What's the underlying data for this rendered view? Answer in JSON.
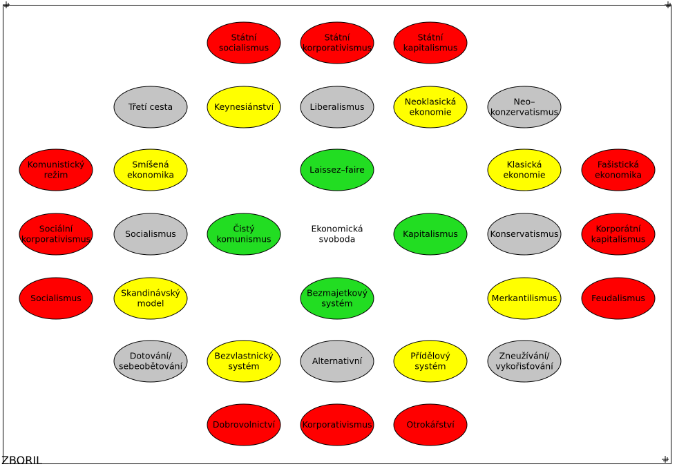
{
  "palette": {
    "red": "#ff0000",
    "yellow": "#ffff00",
    "green": "#22dd22",
    "gray": "#c4c4c4"
  },
  "signature": "ZBORIL",
  "center": {
    "lines": [
      "Ekonomická",
      "svoboda"
    ]
  },
  "nodes": [
    {
      "id": "statni-socialismus",
      "lines": [
        "Státní",
        "socialismus"
      ],
      "color": "red"
    },
    {
      "id": "statni-korporativismus",
      "lines": [
        "Státní",
        "korporativismus"
      ],
      "color": "red"
    },
    {
      "id": "statni-kapitalismus",
      "lines": [
        "Státní",
        "kapitalismus"
      ],
      "color": "red"
    },
    {
      "id": "treti-cesta",
      "lines": [
        "Třetí cesta"
      ],
      "color": "gray"
    },
    {
      "id": "keynesianstvi",
      "lines": [
        "Keynesiánství"
      ],
      "color": "yellow"
    },
    {
      "id": "liberalismus",
      "lines": [
        "Liberalismus"
      ],
      "color": "gray"
    },
    {
      "id": "neoklasicka-ekonomie",
      "lines": [
        "Neoklasická",
        "ekonomie"
      ],
      "color": "yellow"
    },
    {
      "id": "neokonzervatismus",
      "lines": [
        "Neo–",
        "konzervatismus"
      ],
      "color": "gray"
    },
    {
      "id": "komunisticky-rezim",
      "lines": [
        "Komunistický",
        "režim"
      ],
      "color": "red"
    },
    {
      "id": "smisena-ekonomika",
      "lines": [
        "Smíšená",
        "ekonomika"
      ],
      "color": "yellow"
    },
    {
      "id": "laissez-faire",
      "lines": [
        "Laissez–faire"
      ],
      "color": "green"
    },
    {
      "id": "klasicka-ekonomie",
      "lines": [
        "Klasická",
        "ekonomie"
      ],
      "color": "yellow"
    },
    {
      "id": "fasisticka-ekonomika",
      "lines": [
        "Fašistická",
        "ekonomika"
      ],
      "color": "red"
    },
    {
      "id": "socialni-korporativismus",
      "lines": [
        "Sociální",
        "korporativismus"
      ],
      "color": "red"
    },
    {
      "id": "socialismus-gray",
      "lines": [
        "Socialismus"
      ],
      "color": "gray"
    },
    {
      "id": "cisty-komunismus",
      "lines": [
        "Čistý",
        "komunismus"
      ],
      "color": "green"
    },
    {
      "id": "kapitalismus",
      "lines": [
        "Kapitalismus"
      ],
      "color": "green"
    },
    {
      "id": "konservatismus",
      "lines": [
        "Konservatismus"
      ],
      "color": "gray"
    },
    {
      "id": "korporatni-kapitalismus",
      "lines": [
        "Korporátní",
        "kapitalismus"
      ],
      "color": "red"
    },
    {
      "id": "socialismus-red",
      "lines": [
        "Socialismus"
      ],
      "color": "red"
    },
    {
      "id": "skandinavsky-model",
      "lines": [
        "Skandinávský",
        "model"
      ],
      "color": "yellow"
    },
    {
      "id": "bezmajetkovy-system",
      "lines": [
        "Bezmajetkový",
        "systém"
      ],
      "color": "green"
    },
    {
      "id": "merkantilismus",
      "lines": [
        "Merkantilismus"
      ],
      "color": "yellow"
    },
    {
      "id": "feudalismus",
      "lines": [
        "Feudalismus"
      ],
      "color": "red"
    },
    {
      "id": "dotovani",
      "lines": [
        "Dotování/",
        "sebeobětování"
      ],
      "color": "gray"
    },
    {
      "id": "bezvlastnicky-system",
      "lines": [
        "Bezvlastnický",
        "systém"
      ],
      "color": "yellow"
    },
    {
      "id": "alternativni",
      "lines": [
        "Alternativní"
      ],
      "color": "gray"
    },
    {
      "id": "pridelovy-system",
      "lines": [
        "Přídělový",
        "systém"
      ],
      "color": "yellow"
    },
    {
      "id": "zneuzivani",
      "lines": [
        "Zneužívání/",
        "vykořisťování"
      ],
      "color": "gray"
    },
    {
      "id": "dobrovolnictvi",
      "lines": [
        "Dobrovolnictví"
      ],
      "color": "red"
    },
    {
      "id": "korporativismus",
      "lines": [
        "Korporativismus"
      ],
      "color": "red"
    },
    {
      "id": "otrokarstvi",
      "lines": [
        "Otrokářství"
      ],
      "color": "red"
    }
  ]
}
